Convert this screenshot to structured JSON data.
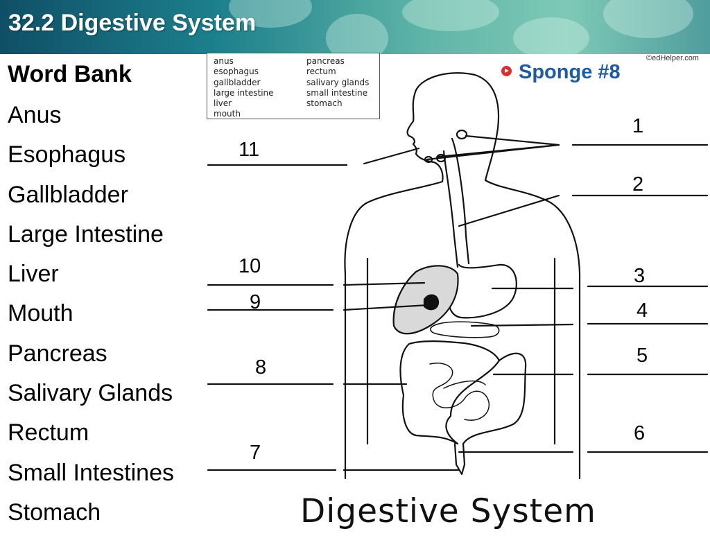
{
  "header": {
    "title": "32.2 Digestive System"
  },
  "word_bank": {
    "heading": "Word Bank",
    "items": [
      "Anus",
      "Esophagus",
      "Gallbladder",
      "Large Intestine",
      "Liver",
      "Mouth",
      "Pancreas",
      "Salivary Glands",
      "Rectum",
      "Small Intestines",
      "Stomach"
    ]
  },
  "word_box": {
    "left": [
      "anus",
      "esophagus",
      "gallbladder",
      "large intestine",
      "liver",
      "mouth"
    ],
    "right": [
      "pancreas",
      "rectum",
      "salivary glands",
      "small intestine",
      "stomach"
    ]
  },
  "credit": "©edHelper.com",
  "sponge": "Sponge #8",
  "labels": [
    "1",
    "2",
    "3",
    "4",
    "5",
    "6",
    "7",
    "8",
    "9",
    "10",
    "11"
  ],
  "caption": "Digestive System",
  "colors": {
    "title_text": "#ffffff",
    "sponge_text": "#1f5aa6",
    "bullet": "#d92f2f",
    "liver_fill": "#d9d9d9"
  }
}
